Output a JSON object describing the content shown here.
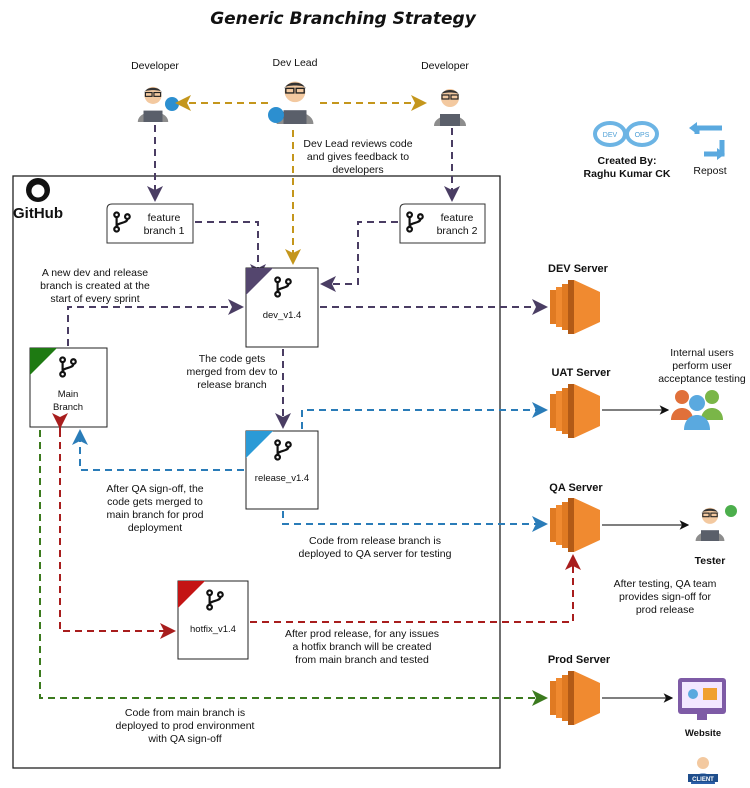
{
  "title": "Generic Branching Strategy",
  "people": {
    "developer_left": "Developer",
    "dev_lead": "Dev Lead",
    "developer_right": "Developer"
  },
  "dev_lead_note": [
    "Dev Lead reviews code",
    "and gives feedback to",
    "developers"
  ],
  "author": {
    "line1": "Created By:",
    "line2": "Raghu Kumar CK",
    "logo_left": "DEV",
    "logo_right": "OPS"
  },
  "repost_label": "Repost",
  "github_label": "GitHub",
  "branches": {
    "feature1": [
      "feature",
      "branch 1"
    ],
    "feature2": [
      "feature",
      "branch 2"
    ],
    "dev": "dev_v1.4",
    "main": [
      "Main",
      "Branch"
    ],
    "release": "release_v1.4",
    "hotfix": "hotfix_v1.4"
  },
  "branch_colors": {
    "dev": "#54466e",
    "main": "#1e7a12",
    "release": "#2b9ad6",
    "hotfix": "#c41414"
  },
  "arrow_colors": {
    "lead": "#c4961c",
    "dev": "#4a3d63",
    "release": "#2a7cb8",
    "hotfix": "#a81d1d",
    "main": "#3b7a1e"
  },
  "notes": {
    "new_sprint": [
      "A new dev and release",
      "branch is created at the",
      "start of every sprint"
    ],
    "merge_dev_release": [
      "The code gets",
      "merged from dev to",
      "release branch"
    ],
    "merge_release_main": [
      "After QA sign-off, the",
      "code gets merged to",
      "main branch for prod",
      "deployment"
    ],
    "release_to_qa": [
      "Code from release branch is",
      "deployed to QA server for testing"
    ],
    "hotfix": [
      "After prod release, for any issues",
      "a hotfix branch will be created",
      "from main branch and tested"
    ],
    "main_to_prod": [
      "Code from main branch is",
      "deployed to prod environment",
      "with QA sign-off"
    ],
    "uat_users": [
      "Internal users",
      "perform user",
      "acceptance testing"
    ],
    "qa_signoff": [
      "After testing, QA team",
      "provides sign-off for",
      "prod release"
    ]
  },
  "servers": {
    "dev": "DEV Server",
    "uat": "UAT Server",
    "qa": "QA Server",
    "prod": "Prod Server"
  },
  "endpoints": {
    "tester": "Tester",
    "website": "Website",
    "client": "CLIENT"
  }
}
